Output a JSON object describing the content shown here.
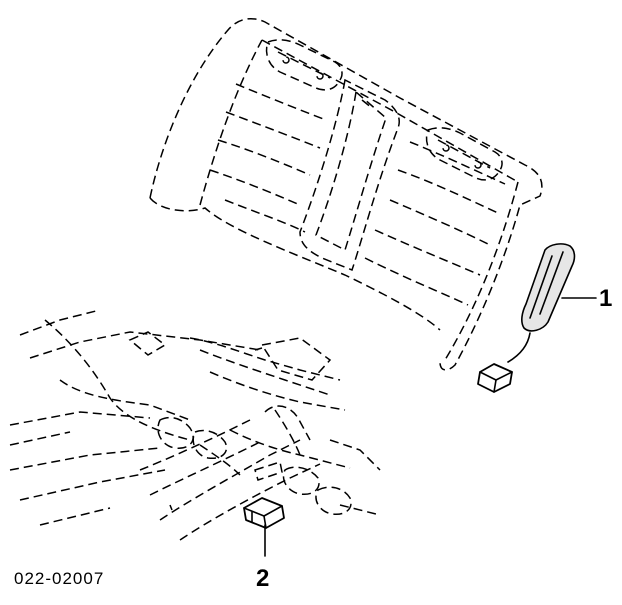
{
  "diagram": {
    "callouts": [
      {
        "id": "1",
        "label": "1"
      },
      {
        "id": "2",
        "label": "2"
      }
    ],
    "part_number": "022-02007"
  }
}
